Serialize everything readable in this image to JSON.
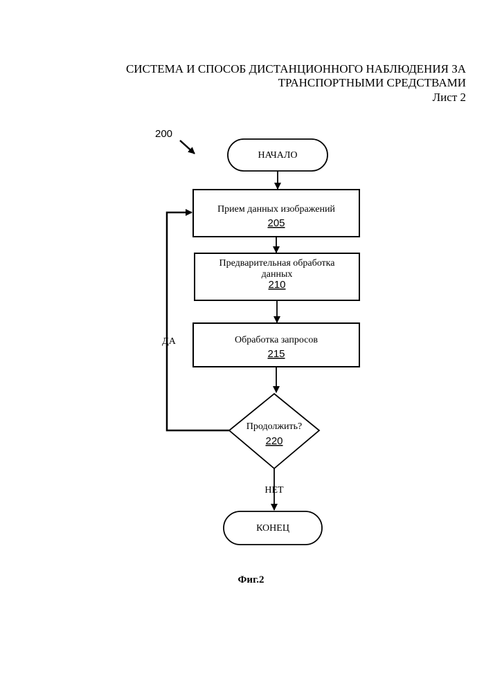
{
  "header": {
    "title_line1": "СИСТЕМА И СПОСОБ ДИСТАНЦИОННОГО НАБЛЮДЕНИЯ ЗА",
    "title_line2": "ТРАНСПОРТНЫМИ СРЕДСТВАМИ",
    "sheet": "Лист 2"
  },
  "diagram": {
    "ref_number": "200",
    "start": "НАЧАЛО",
    "step_205": {
      "label": "Прием данных изображений",
      "num": "205"
    },
    "step_210": {
      "label_line1": "Предварительная обработка",
      "label_line2": "данных",
      "num": "210"
    },
    "step_215": {
      "label": "Обработка запросов",
      "num": "215"
    },
    "decision_220": {
      "label": "Продолжить?",
      "num": "220"
    },
    "yes_label": "ДА",
    "no_label": "НЕТ",
    "end": "КОНЕЦ"
  },
  "caption": "Фиг.2"
}
